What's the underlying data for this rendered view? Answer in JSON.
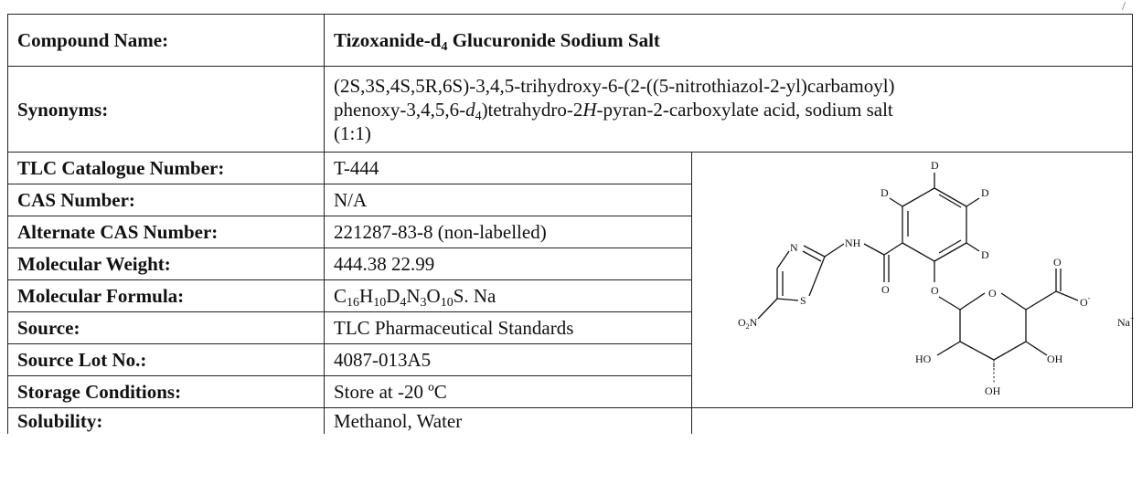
{
  "corner_mark": "/",
  "compound": {
    "label": "Compound Name:",
    "name_prefix": "Tizoxanide-d",
    "name_sub": "4",
    "name_suffix": " Glucuronide Sodium Salt"
  },
  "synonyms": {
    "label": "Synonyms:",
    "line1": "(2S,3S,4S,5R,6S)-3,4,5-trihydroxy-6-(2-((5-nitrothiazol-2-yl)carbamoyl)",
    "line2a": "phenoxy-3,4,5,6-",
    "line2b": "d",
    "line2b_sub": "4",
    "line2c": ")tetrahydro-2",
    "line2d": "H",
    "line2e": "-pyran-2-carboxylate acid, sodium salt",
    "line3": "(1:1)"
  },
  "rows": [
    {
      "label": "TLC Catalogue Number:",
      "value": "T-444"
    },
    {
      "label": "CAS Number:",
      "value": "N/A"
    },
    {
      "label": "Alternate CAS Number:",
      "value": "221287-83-8 (non-labelled)"
    },
    {
      "label": "Molecular Weight:",
      "value": "444.38 22.99"
    },
    {
      "label": "Molecular Formula:"
    },
    {
      "label": "Source:",
      "value": "TLC Pharmaceutical Standards"
    },
    {
      "label": "Source Lot No.:",
      "value": "4087-013A5"
    },
    {
      "label": "Storage Conditions:",
      "value": "Store at -20 ºC"
    }
  ],
  "formula": {
    "parts": [
      "C",
      "16",
      "H",
      "10",
      "D",
      "4",
      "N",
      "3",
      "O",
      "10",
      "S. Na"
    ]
  },
  "solubility": {
    "label": "Solubility:",
    "value": "Methanol, Water"
  },
  "structure": {
    "atoms": {
      "d_top": "D",
      "d_left": "D",
      "d_right": "D",
      "d_low": "D",
      "n_ring": "N",
      "nh": "NH",
      "s": "S",
      "o_amide": "O",
      "o2n_nitro": "O",
      "o2n_nitro_sub": "2",
      "o2n_nitro_n": "N",
      "o_link": "O",
      "o_ring": "O",
      "o_acid": "O",
      "o_minus": "O",
      "o_minus_charge": "-",
      "na": "Na",
      "na_charge": "+",
      "ho_left": "HO",
      "oh_right": "OH",
      "oh_bottom": "OH"
    }
  }
}
